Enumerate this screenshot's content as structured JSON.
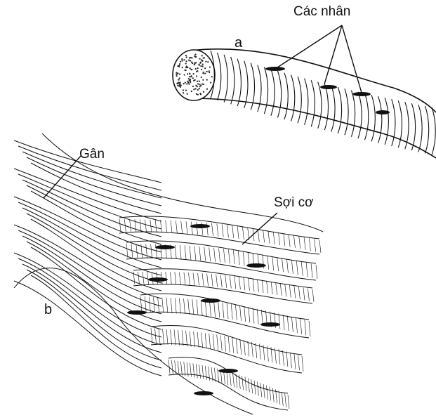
{
  "labels": {
    "nuclei": "Các nhân",
    "panel_a": "a",
    "tendon": "Gân",
    "muscle_fiber": "Sợi cơ",
    "panel_b": "b"
  },
  "colors": {
    "ink": "#111111",
    "background": "#ffffff"
  }
}
